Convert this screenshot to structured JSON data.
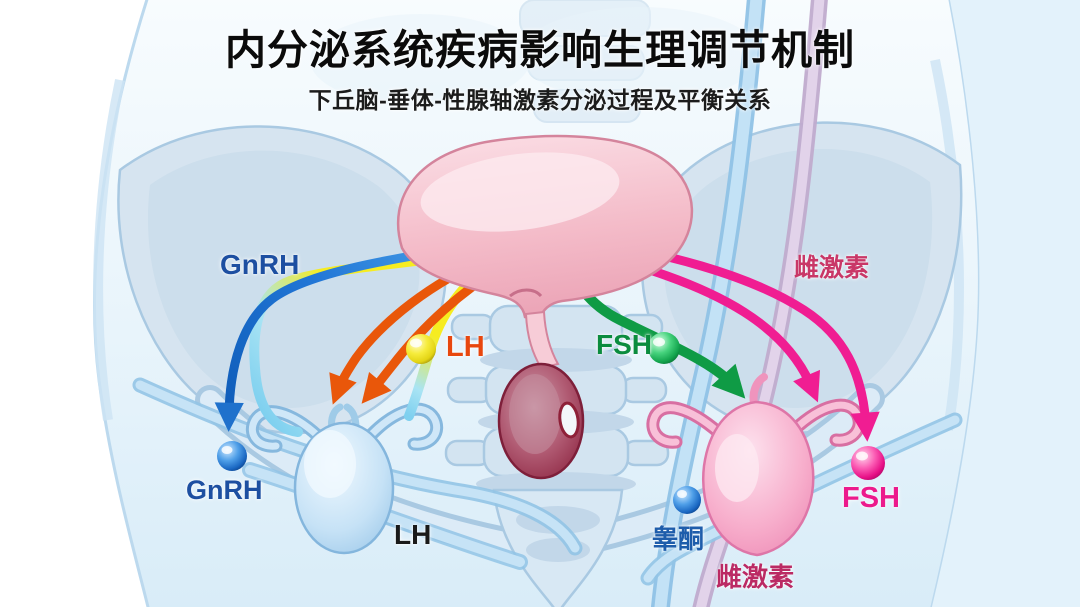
{
  "poster": {
    "title": "内分泌系统疾病影响生理调节机制",
    "subtitle": "下丘脑-垂体-性腺轴激素分泌过程及平衡关系"
  },
  "labels": {
    "gnrh_top": "GnRH",
    "lh_top": "LH",
    "fsh_top": "FSH",
    "estrogen_top": "雌激素",
    "gnrh_bottom": "GnRH",
    "lh_bottom": "LH",
    "testosterone": "睾酮",
    "estrogen_bottom": "雌激素",
    "fsh_bottom": "FSH"
  },
  "colors": {
    "gnrh": "#1d4fa1",
    "lh_text": "#e8470e",
    "fsh_text": "#0b8c3e",
    "estrogen_top_text": "#c93767",
    "estrogen_bottom_text": "#bb2a64",
    "testosterone_text": "#1e5dab",
    "lh_bottom_text": "#1a1a1a",
    "fsh_bottom_text": "#ec1a8c",
    "arrow_blue": "#1f71cc",
    "arrow_yellow": "#f6ec21",
    "arrow_orange": "#e9570a",
    "arrow_green": "#0f9b45",
    "arrow_magenta": "#f01d92",
    "dot_yellow": "#f2e41c",
    "dot_green": "#12a34c",
    "dot_blue": "#1a67c2",
    "dot_magenta": "#e60e85"
  }
}
